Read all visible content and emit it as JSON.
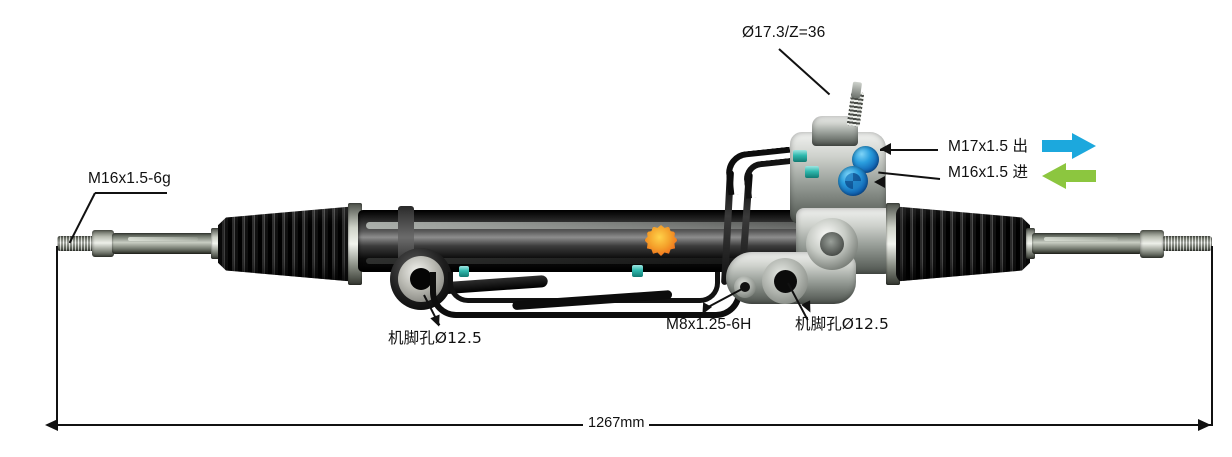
{
  "product": {
    "name": "hydraulic-power-steering-rack",
    "description": "Power steering gear rack assembly with tie rods, bellows boots, control valve housing and hydraulic lines"
  },
  "callouts": {
    "input_shaft": {
      "text": "Ø17.3/Z=36",
      "name": "input-shaft-spline-callout"
    },
    "left_rod_thread": {
      "text": "M16x1.5-6g",
      "name": "left-tie-rod-thread-callout"
    },
    "port_out": {
      "text": "M17x1.5 出",
      "name": "pressure-port-out-callout"
    },
    "port_in": {
      "text": "M16x1.5 进",
      "name": "return-port-in-callout"
    },
    "bracket_hole_left": {
      "text": "机脚孔Ø12.5",
      "name": "left-mounting-hole-callout"
    },
    "thread_hole": {
      "text": "M8x1.25-6H",
      "name": "m8-threaded-hole-callout"
    },
    "bracket_hole_right": {
      "text": "机脚孔Ø12.5",
      "name": "right-mounting-hole-callout"
    }
  },
  "dimension": {
    "overall_length": "1267mm",
    "name": "overall-length-dimension"
  },
  "flow": {
    "out_arrow_color": "#1ca8dd",
    "out_arrow_direction": "right",
    "in_arrow_color": "#8cc63f",
    "in_arrow_direction": "left"
  },
  "colors": {
    "line": "#111111",
    "background": "#ffffff",
    "housing": "#9aa09a",
    "port_cap": "#2a9ede",
    "sticker": "#f07c1e"
  }
}
